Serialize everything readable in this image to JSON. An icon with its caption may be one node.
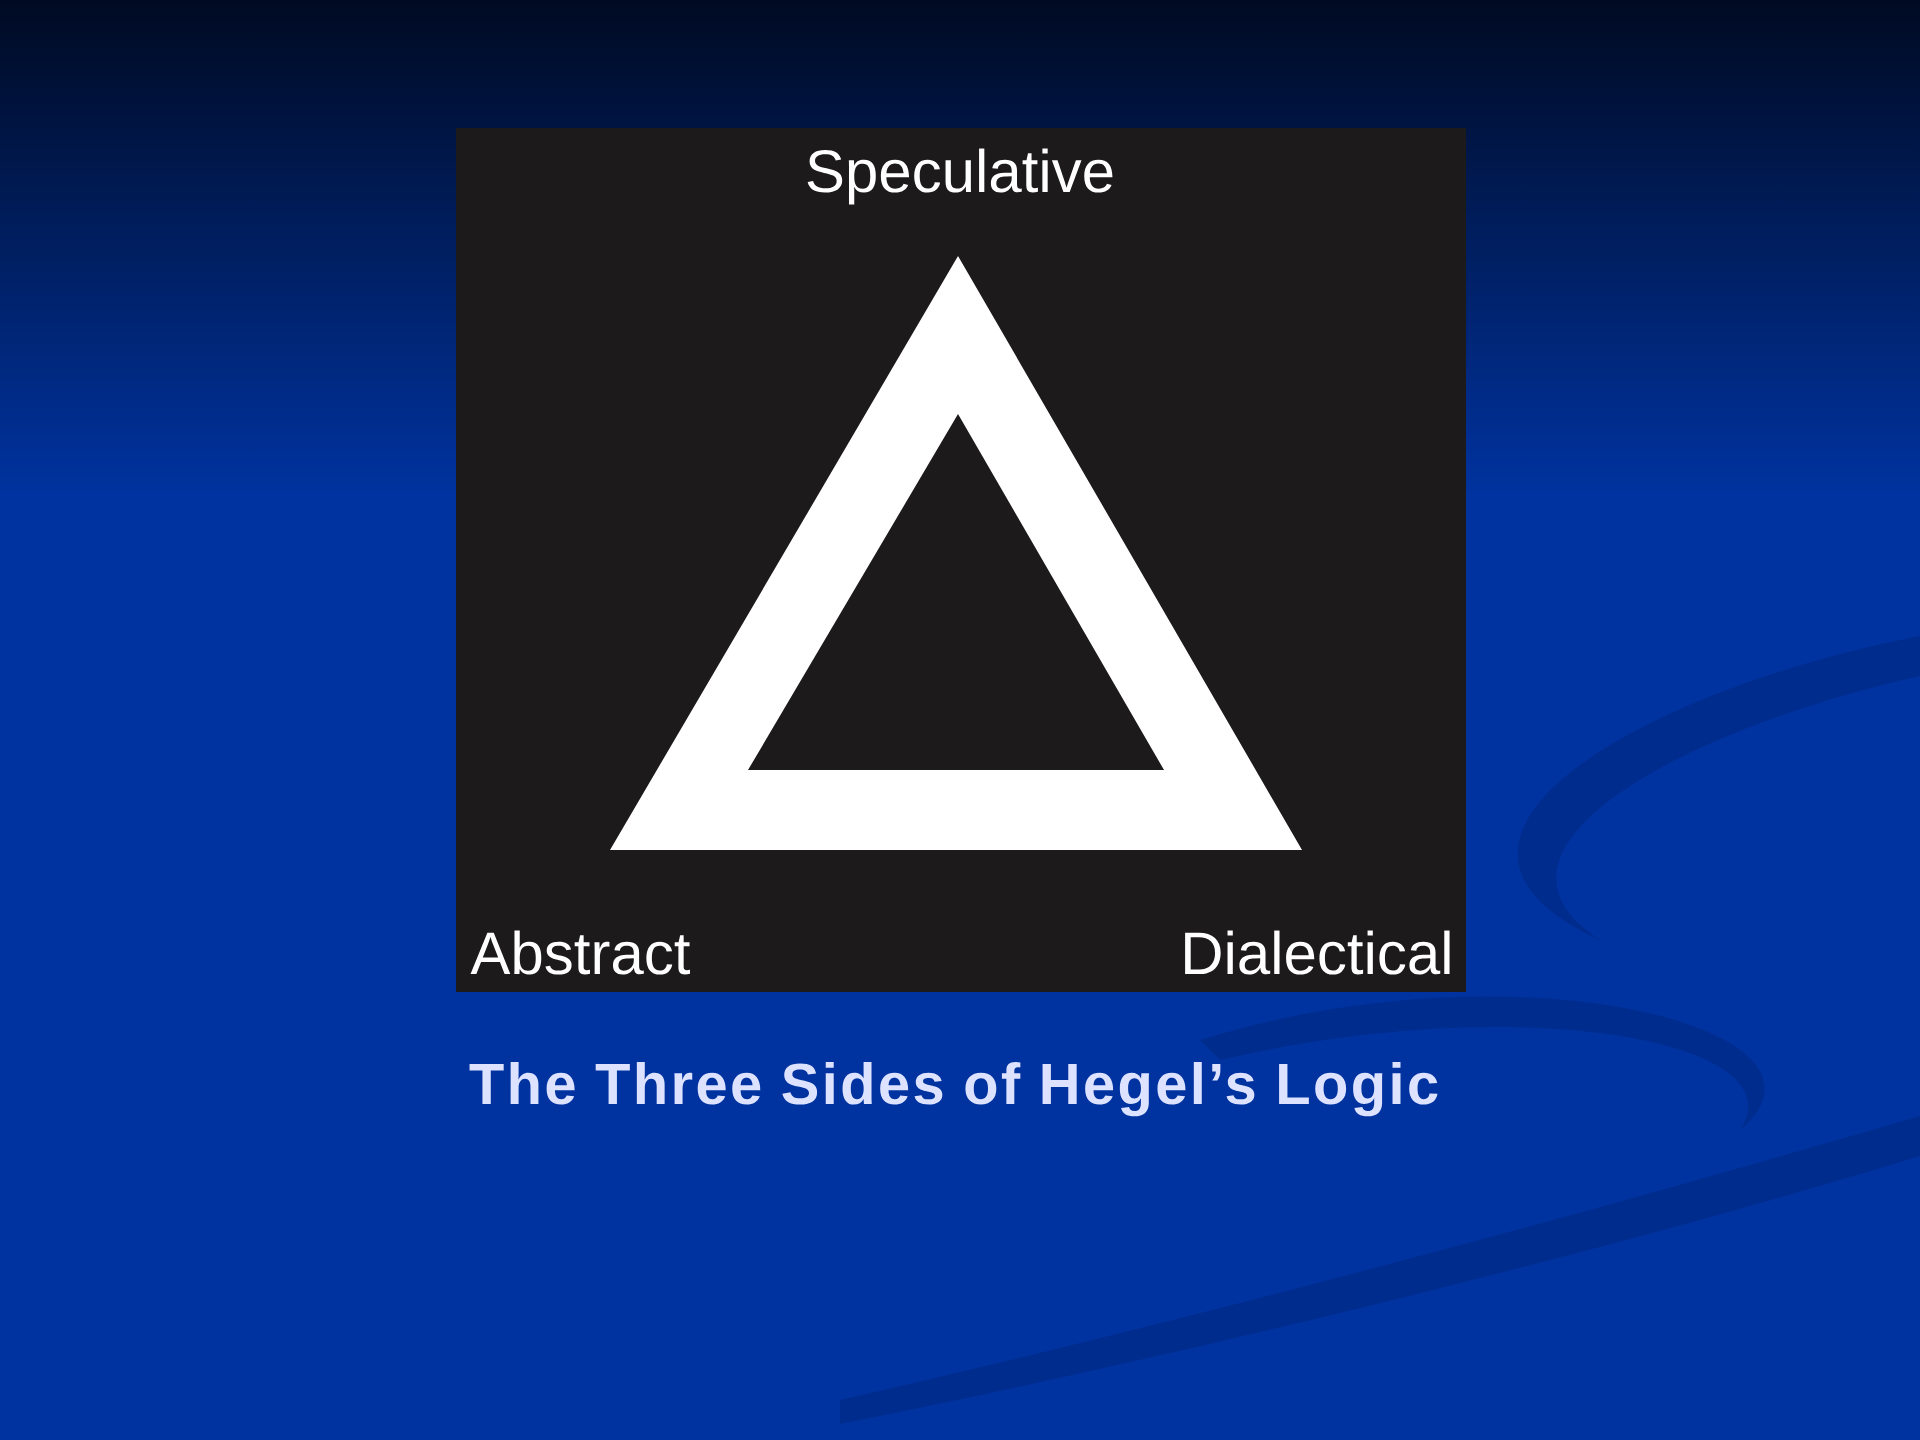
{
  "diagram": {
    "caption": "The Three Sides of Hegel’s Logic",
    "labels": [
      "Speculative",
      "Abstract",
      "Dialectical"
    ]
  }
}
